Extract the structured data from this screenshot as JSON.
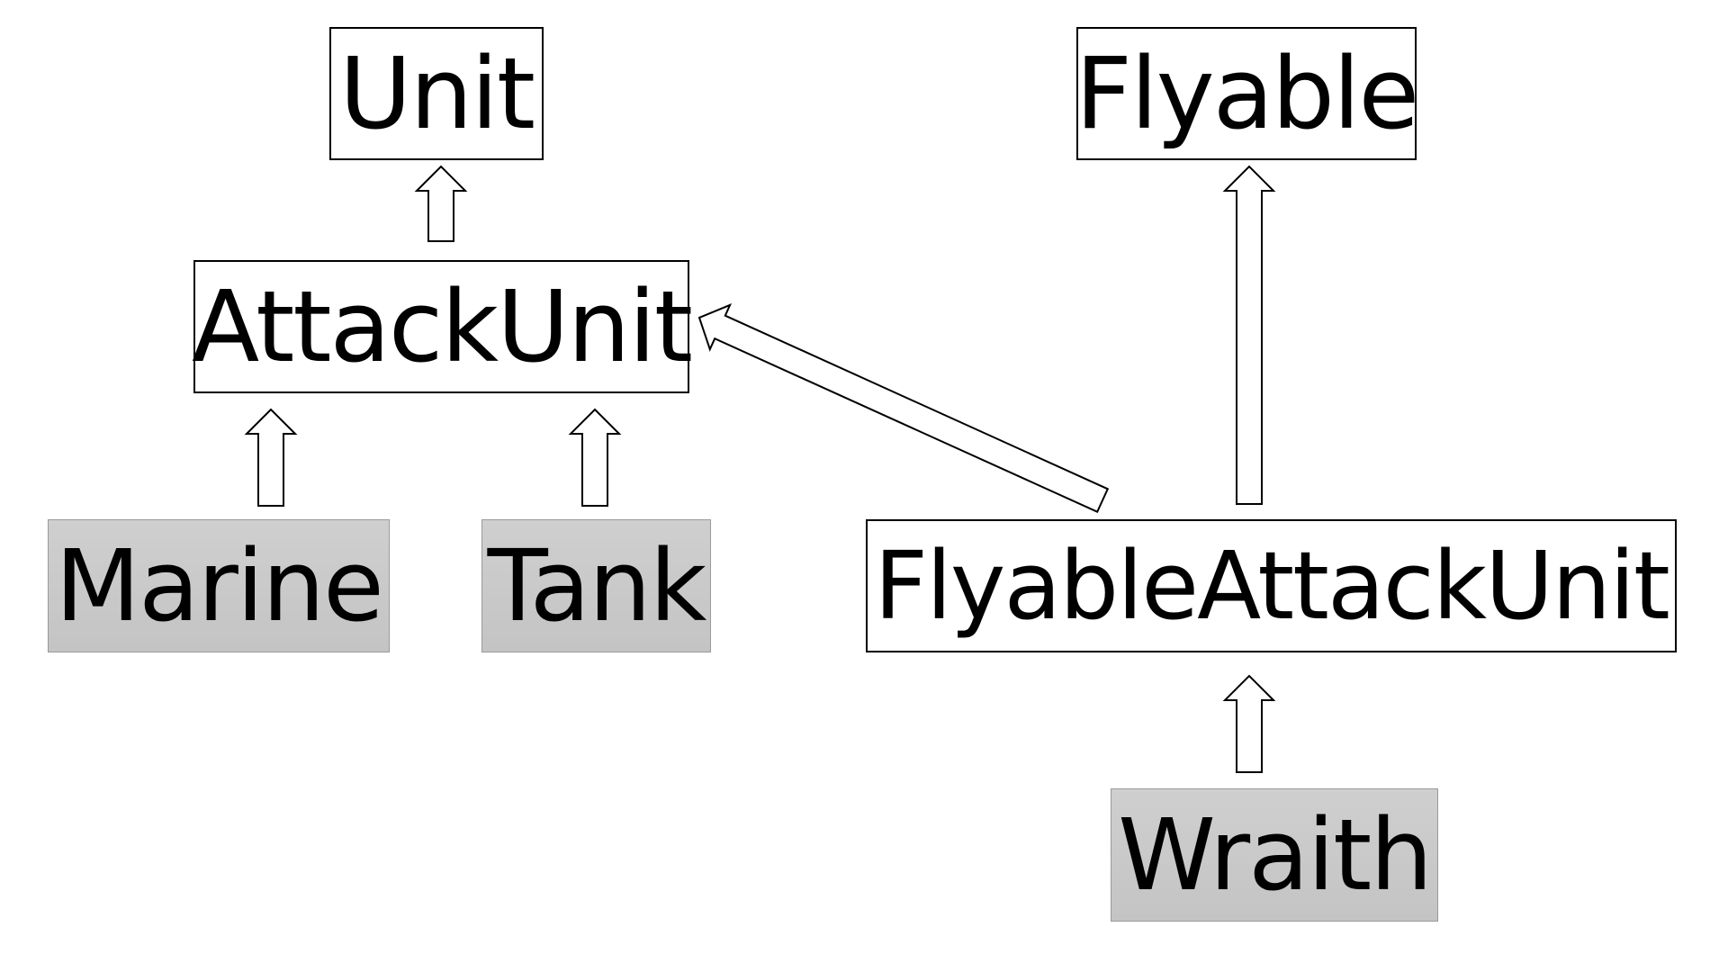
{
  "diagram": {
    "nodes": [
      {
        "id": "unit",
        "label": "Unit",
        "style": "abstract"
      },
      {
        "id": "flyable",
        "label": "Flyable",
        "style": "abstract"
      },
      {
        "id": "attackunit",
        "label": "AttackUnit",
        "style": "abstract"
      },
      {
        "id": "marine",
        "label": "Marine",
        "style": "concrete"
      },
      {
        "id": "tank",
        "label": "Tank",
        "style": "concrete"
      },
      {
        "id": "flyableattackunit",
        "label": "FlyableAttackUnit",
        "style": "abstract"
      },
      {
        "id": "wraith",
        "label": "Wraith",
        "style": "concrete"
      }
    ],
    "edges": [
      {
        "from": "attackunit",
        "to": "unit"
      },
      {
        "from": "marine",
        "to": "attackunit"
      },
      {
        "from": "tank",
        "to": "attackunit"
      },
      {
        "from": "flyableattackunit",
        "to": "attackunit"
      },
      {
        "from": "flyableattackunit",
        "to": "flyable"
      },
      {
        "from": "wraith",
        "to": "flyableattackunit"
      }
    ],
    "colors": {
      "abstract_fill": "#ffffff",
      "concrete_fill": "#c8c8c8",
      "border": "#000000",
      "arrow_fill": "#ffffff",
      "text": "#000000"
    }
  }
}
